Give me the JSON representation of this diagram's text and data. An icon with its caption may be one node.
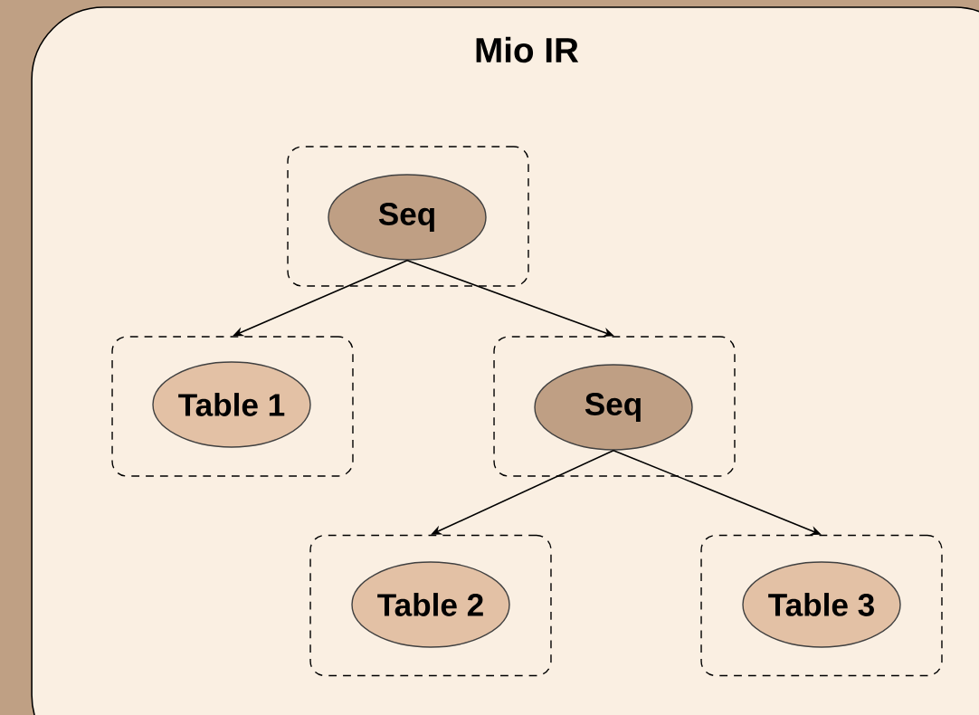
{
  "diagram": {
    "nodes": [
      {
        "text": [
          "Mio IR"
        ]
      },
      {
        "text": [],
        "shape": "box",
        "in": 0
      },
      {
        "text": [
          "Seq"
        ],
        "in": 1
      },
      {
        "text": [],
        "shape": "box",
        "in": 0
      },
      {
        "text": [
          "Table 1"
        ],
        "in": 3
      },
      {
        "text": [],
        "shape": "box",
        "in": 0
      },
      {
        "text": [
          "Seq"
        ],
        "in": 5
      },
      {
        "text": [],
        "shape": "box",
        "in": 0
      },
      {
        "text": [
          "Table 2"
        ],
        "in": 7
      },
      {
        "text": [],
        "shape": "box",
        "in": 0
      },
      {
        "text": [
          "Table 3"
        ],
        "in": 9
      }
    ],
    "edges": [
      {
        "from": 2,
        "to": 3,
        "arrow": "to"
      },
      {
        "from": 2,
        "to": 5,
        "arrow": "to"
      },
      {
        "from": 6,
        "to": 7,
        "arrow": "to"
      },
      {
        "from": 6,
        "to": 9,
        "arrow": "to"
      }
    ]
  }
}
